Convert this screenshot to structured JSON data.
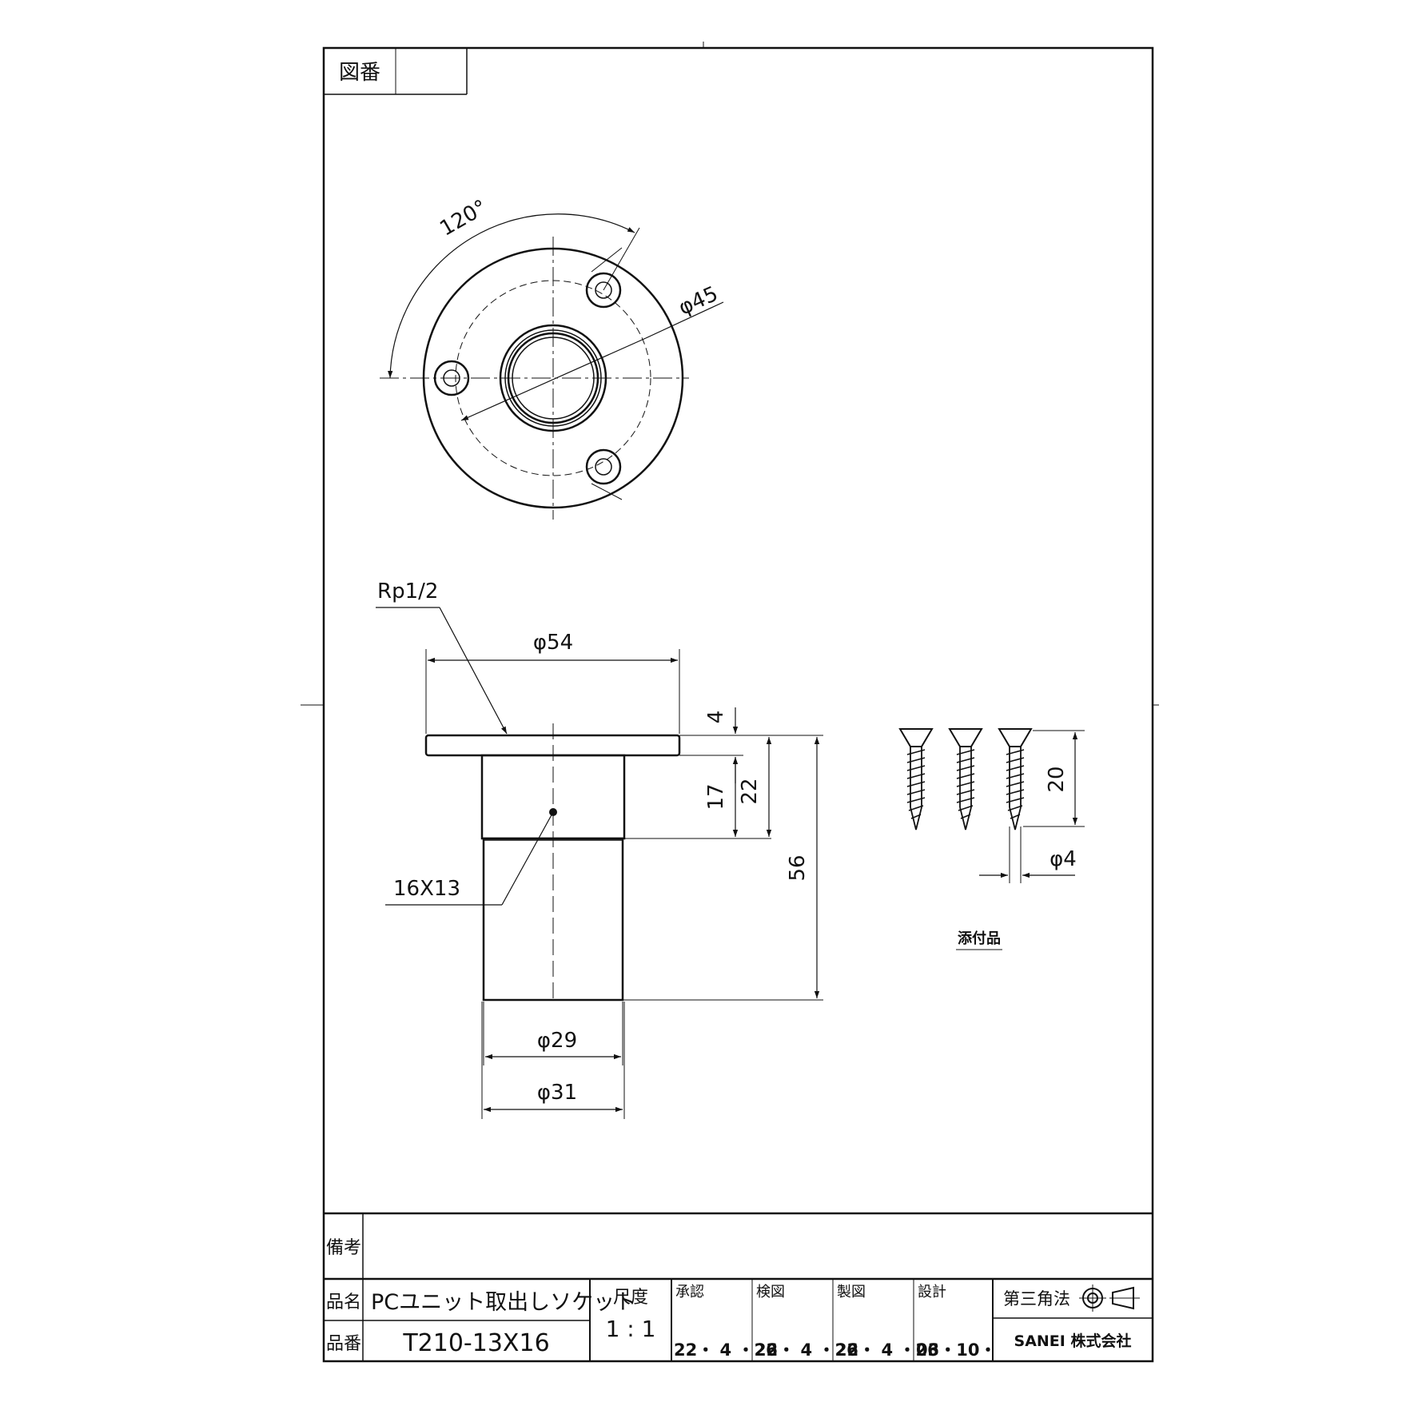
{
  "frame": {
    "drawing_number_label": "図番",
    "drawing_number_value": ""
  },
  "top_view": {
    "angle_label": "120°",
    "pcd_label": "φ45"
  },
  "side_view": {
    "thread_label": "Rp1/2",
    "flange_dia_label": "φ54",
    "inner_dia_label": "φ29",
    "outer_dia_label": "φ31",
    "flange_thickness": "4",
    "dim_17": "17",
    "dim_22": "22",
    "overall_length": "56",
    "pipe_size_label": "16X13"
  },
  "screws": {
    "length_label": "20",
    "dia_label": "φ4",
    "accessory_label": "添付品"
  },
  "title_block": {
    "remarks_label": "備考",
    "remarks_value": "",
    "name_label": "品名",
    "name_value": "PCユニット取出しソケット",
    "number_label": "品番",
    "number_value": "T210-13X16",
    "scale_label": "尺度",
    "scale_value": "1 : 1",
    "approval_label": "承認",
    "approval_date": "22・ 4 ・26",
    "check_label": "検図",
    "check_date": "22・ 4 ・26",
    "draft_label": "製図",
    "draft_date": "22・ 4 ・26",
    "design_label": "設計",
    "design_date": "03・10・",
    "projection_label": "第三角法",
    "company": "SANEI 株式会社"
  }
}
